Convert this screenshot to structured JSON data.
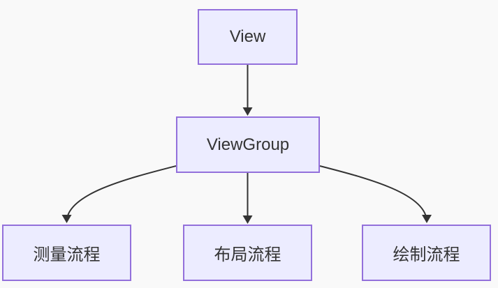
{
  "diagram": {
    "type": "flowchart",
    "direction": "top-down",
    "nodes": {
      "view": {
        "label": "View"
      },
      "viewgroup": {
        "label": "ViewGroup"
      },
      "measure": {
        "label": "测量流程"
      },
      "layout": {
        "label": "布局流程"
      },
      "draw": {
        "label": "绘制流程"
      }
    },
    "edges": [
      {
        "from": "View",
        "to": "ViewGroup",
        "arrow": "solid"
      },
      {
        "from": "ViewGroup",
        "to": "测量流程",
        "arrow": "solid"
      },
      {
        "from": "ViewGroup",
        "to": "布局流程",
        "arrow": "solid"
      },
      {
        "from": "ViewGroup",
        "to": "绘制流程",
        "arrow": "solid"
      }
    ],
    "colors": {
      "node_fill": "#ECECFF",
      "node_border": "#9370DB",
      "edge_line": "#333333",
      "text": "#333333",
      "background": "#F9F9F9"
    }
  }
}
